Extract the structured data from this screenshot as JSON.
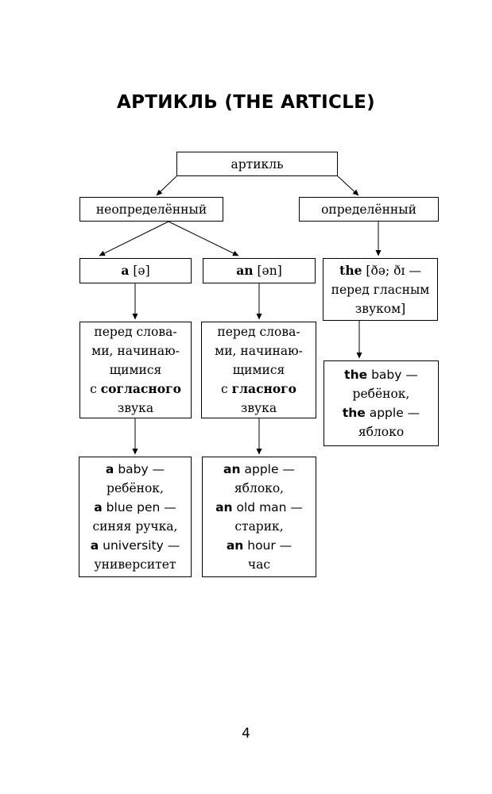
{
  "title": "АРТИКЛЬ (THE ARTICLE)",
  "root": "артикль",
  "indefinite": "неопределённый",
  "definite": "определённый",
  "a_head": {
    "article": "a",
    "phon": "[ə]"
  },
  "an_head": {
    "article": "an",
    "phon": "[ən]"
  },
  "the_head": {
    "article": "the",
    "line1": "[ðə; ðɪ —",
    "line2": "перед гласным",
    "line3": "звуком]"
  },
  "a_rule": {
    "l1": "перед слова-",
    "l2": "ми, начинаю-",
    "l3": "щимися",
    "l4_pre": "с",
    "l4_bold": "согласного",
    "l5": "звука"
  },
  "an_rule": {
    "l1": "перед слова-",
    "l2": "ми, начинаю-",
    "l3": "щимися",
    "l4_pre": "с",
    "l4_bold": "гласного",
    "l5": "звука"
  },
  "a_examples": {
    "e1_art": "a",
    "e1_word": "baby —",
    "e1_tr": "ребёнок,",
    "e2_art": "a",
    "e2_word": "blue pen —",
    "e2_tr": "синяя ручка,",
    "e3_art": "a",
    "e3_word": "university —",
    "e3_tr": "университет"
  },
  "an_examples": {
    "e1_art": "an",
    "e1_word": "apple —",
    "e1_tr": "яблоко,",
    "e2_art": "an",
    "e2_word": "old man —",
    "e2_tr": "старик,",
    "e3_art": "an",
    "e3_word": "hour —",
    "e3_tr": "час"
  },
  "the_examples": {
    "e1_art": "the",
    "e1_word": "baby —",
    "e1_tr": "ребёнок,",
    "e2_art": "the",
    "e2_word": "apple —",
    "e2_tr": "яблоко"
  },
  "page_number": "4"
}
